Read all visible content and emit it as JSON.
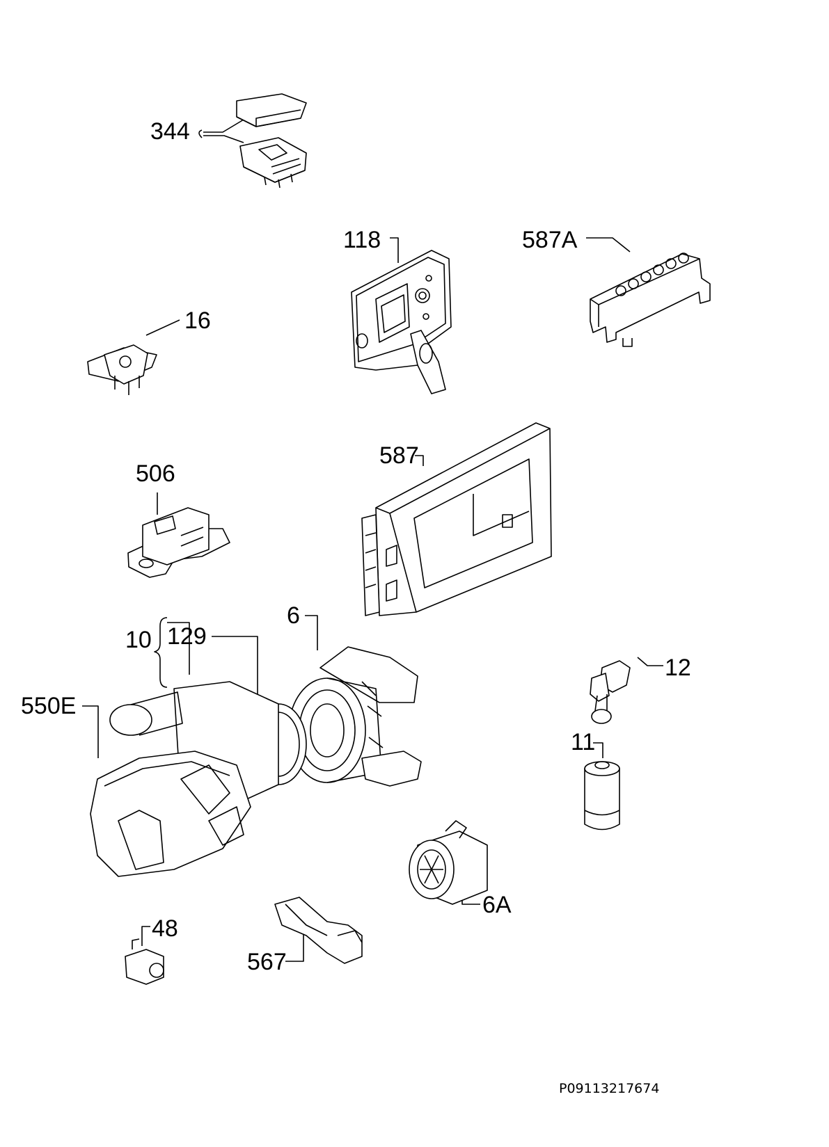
{
  "diagram": {
    "callouts": [
      {
        "id": "344",
        "label": "344"
      },
      {
        "id": "118",
        "label": "118"
      },
      {
        "id": "587A",
        "label": "587A"
      },
      {
        "id": "16",
        "label": "16"
      },
      {
        "id": "506",
        "label": "506"
      },
      {
        "id": "587",
        "label": "587"
      },
      {
        "id": "6",
        "label": "6"
      },
      {
        "id": "10",
        "label": "10"
      },
      {
        "id": "129",
        "label": "129"
      },
      {
        "id": "550E",
        "label": "550E"
      },
      {
        "id": "12",
        "label": "12"
      },
      {
        "id": "11",
        "label": "11"
      },
      {
        "id": "6A",
        "label": "6A"
      },
      {
        "id": "48",
        "label": "48"
      },
      {
        "id": "567",
        "label": "567"
      }
    ],
    "drawing_code": "P09113217674"
  },
  "colors": {
    "ink": "#000000",
    "paper": "#ffffff",
    "shade": "#d9d9d9"
  }
}
